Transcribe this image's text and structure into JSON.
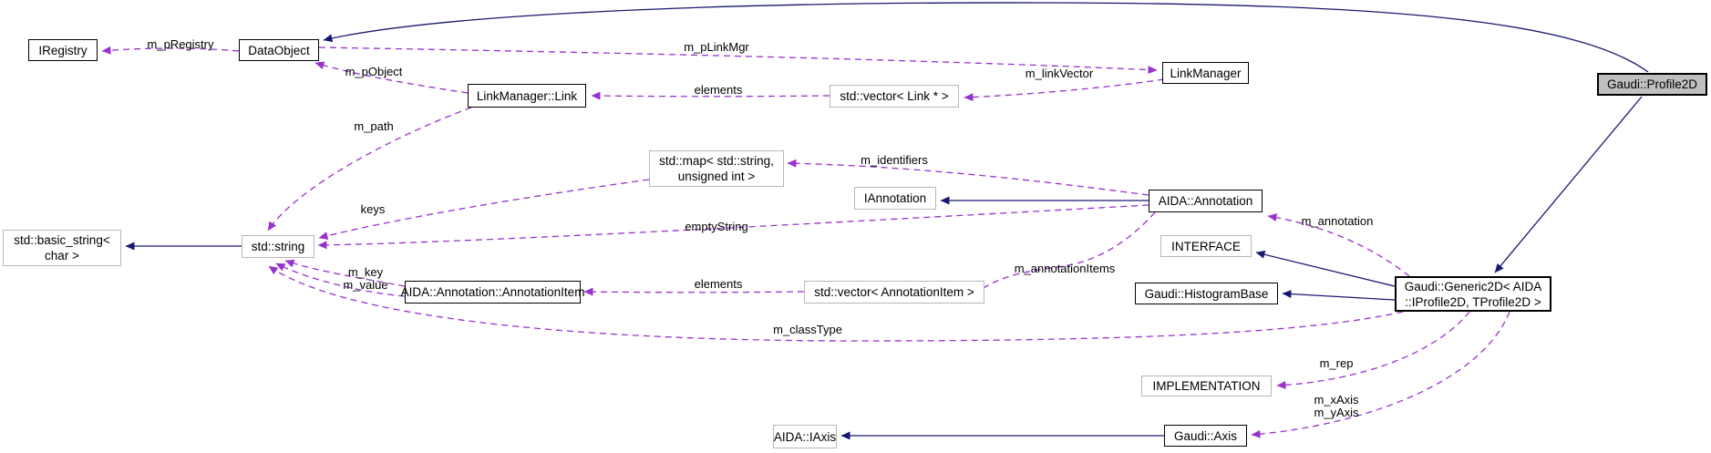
{
  "nodes": {
    "iregistry": {
      "label": "IRegistry"
    },
    "dataobject": {
      "label": "DataObject"
    },
    "linkmanager_link": {
      "label": "LinkManager::Link"
    },
    "vector_link": {
      "label": "std::vector< Link * >"
    },
    "linkmanager": {
      "label": "LinkManager"
    },
    "profile2d": {
      "label": "Gaudi::Profile2D"
    },
    "map": {
      "label": "std::map< std::string,\nunsigned int >"
    },
    "iannotation": {
      "label": "IAnnotation"
    },
    "annotation": {
      "label": "AIDA::Annotation"
    },
    "basic_string": {
      "label": "std::basic_string<\nchar >"
    },
    "string": {
      "label": "std::string"
    },
    "annotationitem": {
      "label": "AIDA::Annotation::AnnotationItem"
    },
    "vector_annotationitem": {
      "label": "std::vector< AnnotationItem >"
    },
    "interface": {
      "label": "INTERFACE"
    },
    "histogrambase": {
      "label": "Gaudi::HistogramBase"
    },
    "generic2d": {
      "label": "Gaudi::Generic2D< AIDA\n::IProfile2D, TProfile2D >"
    },
    "implementation": {
      "label": "IMPLEMENTATION"
    },
    "iaxis": {
      "label": "AIDA::IAxis"
    },
    "axis": {
      "label": "Gaudi::Axis"
    }
  },
  "edge_labels": {
    "m_pregistry": {
      "text": "m_pRegistry"
    },
    "m_plinkmgr": {
      "text": "m_pLinkMgr"
    },
    "m_pobject": {
      "text": "m_pObject"
    },
    "elements_top": {
      "text": "elements"
    },
    "m_linkvector": {
      "text": "m_linkVector"
    },
    "m_path": {
      "text": "m_path"
    },
    "keys": {
      "text": "keys"
    },
    "m_identifiers": {
      "text": "m_identifiers"
    },
    "emptystring": {
      "text": "emptyString"
    },
    "m_annotation": {
      "text": "m_annotation"
    },
    "m_annotationitems": {
      "text": "m_annotationItems"
    },
    "m_key_value": {
      "text": "m_key\nm_value"
    },
    "elements_bottom": {
      "text": "elements"
    },
    "m_classtype": {
      "text": "m_classType"
    },
    "m_rep": {
      "text": "m_rep"
    },
    "m_axes": {
      "text": "m_xAxis\nm_yAxis"
    }
  },
  "colors": {
    "usage_edge": "#9932cc",
    "inheritance_edge": "#191970",
    "highlight_fill": "#bfbfbf",
    "box_border": "#000000",
    "external_box_border": "#b7b7b7"
  }
}
